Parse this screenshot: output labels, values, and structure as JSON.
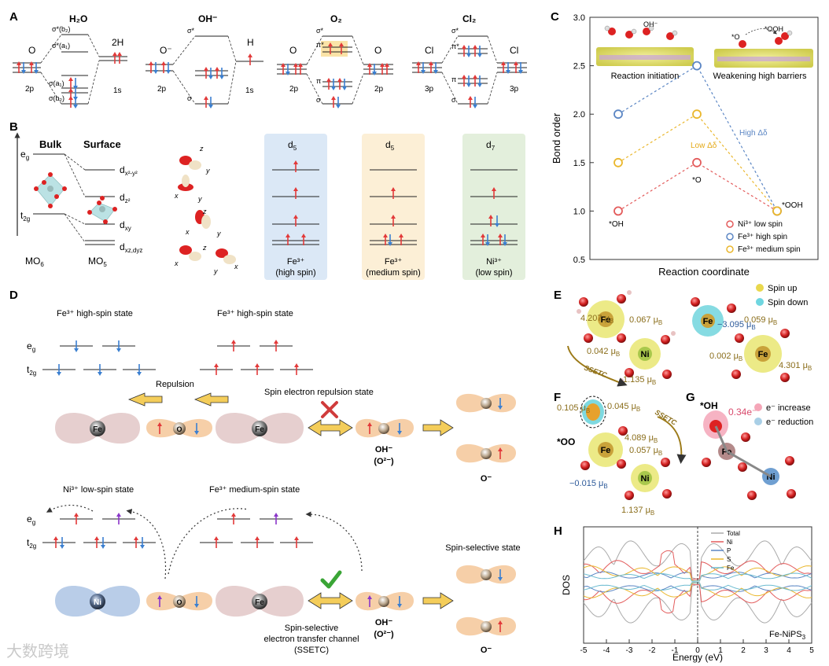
{
  "panel_labels": {
    "A": "A",
    "B": "B",
    "C": "C",
    "D": "D",
    "E": "E",
    "F": "F",
    "G": "G",
    "H": "H"
  },
  "panelA": {
    "diagrams": [
      {
        "title": "H₂O",
        "left": "O",
        "left_sub": "2p",
        "right": "2H",
        "right_sub": "1s",
        "levels": [
          "σ*(b₂)",
          "σ*(a₁)",
          "σ(a₁)",
          "σ(b₂)"
        ]
      },
      {
        "title": "OH⁻",
        "left": "O⁻",
        "left_sub": "2p",
        "right": "H",
        "right_sub": "1s",
        "levels": [
          "σ*",
          "σ"
        ]
      },
      {
        "title": "O₂",
        "left": "O",
        "left_sub": "2p",
        "right": "O",
        "right_sub": "2p",
        "levels": [
          "σ*",
          "π*",
          "π",
          "σ"
        ]
      },
      {
        "title": "Cl₂",
        "left": "Cl",
        "left_sub": "3p",
        "right": "Cl",
        "right_sub": "3p",
        "levels": [
          "σ*",
          "π*",
          "π",
          "σ"
        ]
      }
    ]
  },
  "panelB": {
    "bulk": "Bulk",
    "surface": "Surface",
    "eg": "e",
    "eg_sub": "g",
    "t2g": "t",
    "t2g_sub": "2g",
    "mo6": "MO",
    "mo6_sub": "6",
    "mo5": "MO",
    "mo5_sub": "5",
    "levels": [
      "d",
      "d",
      "d",
      "d"
    ],
    "level_subs": [
      "x²-y²",
      "z²",
      "xy",
      "xz,d"
    ],
    "level_sub_extra": "yz",
    "boxes": [
      {
        "d": "d",
        "d_sub": "5",
        "name": "Fe³⁺",
        "spin": "(high spin)",
        "color": "#dbe8f6"
      },
      {
        "d": "d",
        "d_sub": "5",
        "name": "Fe³⁺",
        "spin": "(medium spin)",
        "color": "#fcefd6"
      },
      {
        "d": "d",
        "d_sub": "7",
        "name": "Ni³⁺",
        "spin": "(low spin)",
        "color": "#e3efdc"
      }
    ],
    "axes": [
      "x",
      "y",
      "z"
    ]
  },
  "panelC": {
    "chart_data": {
      "type": "line",
      "xlabel": "Reaction coordinate",
      "ylabel": "Bond order",
      "ylim": [
        0.5,
        3.0
      ],
      "yticks": [
        "0.5",
        "1.0",
        "1.5",
        "2.0",
        "2.5",
        "3.0"
      ],
      "series": [
        {
          "name": "Ni³⁺ low spin",
          "color": "#e35b5b",
          "points": [
            1.0,
            1.5,
            1.0
          ]
        },
        {
          "name": "Fe³⁺ high spin",
          "color": "#5b86c4",
          "points": [
            2.0,
            2.5,
            1.0
          ]
        },
        {
          "name": "Fe³⁺ medium spin",
          "color": "#eab72d",
          "points": [
            1.5,
            2.0,
            1.0
          ]
        }
      ],
      "annotations": [
        "*OH",
        "*O",
        "*OOH",
        "High Δδ",
        "Low Δδ"
      ]
    },
    "captions": [
      "Reaction initiation",
      "Weakening high barriers"
    ],
    "species": [
      "OH⁻",
      "*O",
      "*OOH"
    ]
  },
  "panelD": {
    "top_left_state": "Fe³⁺ high-spin state",
    "top_right_state": "Fe³⁺ high-spin state",
    "eg": "e",
    "eg_sub": "g",
    "t2g": "t",
    "t2g_sub": "2g",
    "repulsion": "Repulsion",
    "spin_repulsion": "Spin electron repulsion state",
    "fe": "Fe",
    "o": "O",
    "ni": "Ni",
    "oh": "OH⁻",
    "o2": "(O²⁻)",
    "om": "O⁻",
    "bottom_left_state": "Ni³⁺ low-spin state",
    "bottom_right_state": "Fe³⁺ medium-spin state",
    "spin_selective": "Spin-selective state",
    "ssetc_line1": "Spin-selective",
    "ssetc_line2": "electron transfer channel",
    "ssetc_line3": "(SSETC)"
  },
  "panelE": {
    "values_left": [
      "4.207 μ",
      "0.067 μ",
      "0.042 μ",
      "1.135 μ"
    ],
    "values_right": [
      "−3.095 μ",
      "0.059 μ",
      "0.002 μ",
      "4.301 μ"
    ],
    "mu_sub": "B",
    "legend": [
      "Spin up",
      "Spin down"
    ],
    "ssetc": "SSETC"
  },
  "panelF": {
    "values": [
      "0.105 μ",
      "0.045 μ",
      "4.089 μ",
      "0.057 μ",
      "−0.015 μ",
      "1.137 μ"
    ],
    "mu_sub": "B",
    "oo": "*OO",
    "ssetc": "SSETC"
  },
  "panelG": {
    "oh": "*OH",
    "charge": "0.34e⁻",
    "legend": [
      "e⁻ increase",
      "e⁻ reduction"
    ],
    "fe": "Fe",
    "ni": "Ni"
  },
  "panelH": {
    "ylabel": "DOS",
    "xlabel": "Energy (eV)",
    "xticks": [
      "-5",
      "-4",
      "-3",
      "-2",
      "-1",
      "0",
      "1",
      "2",
      "3",
      "4",
      "5"
    ],
    "legend": [
      {
        "name": "Total",
        "color": "#aaaaaa"
      },
      {
        "name": "Ni",
        "color": "#e35b5b"
      },
      {
        "name": "P",
        "color": "#5b86c4"
      },
      {
        "name": "S",
        "color": "#eab72d"
      },
      {
        "name": "Fe",
        "color": "#6bbbd0"
      }
    ],
    "material": "Fe-NiPS",
    "material_sub": "3"
  },
  "watermark": "大数跨境"
}
